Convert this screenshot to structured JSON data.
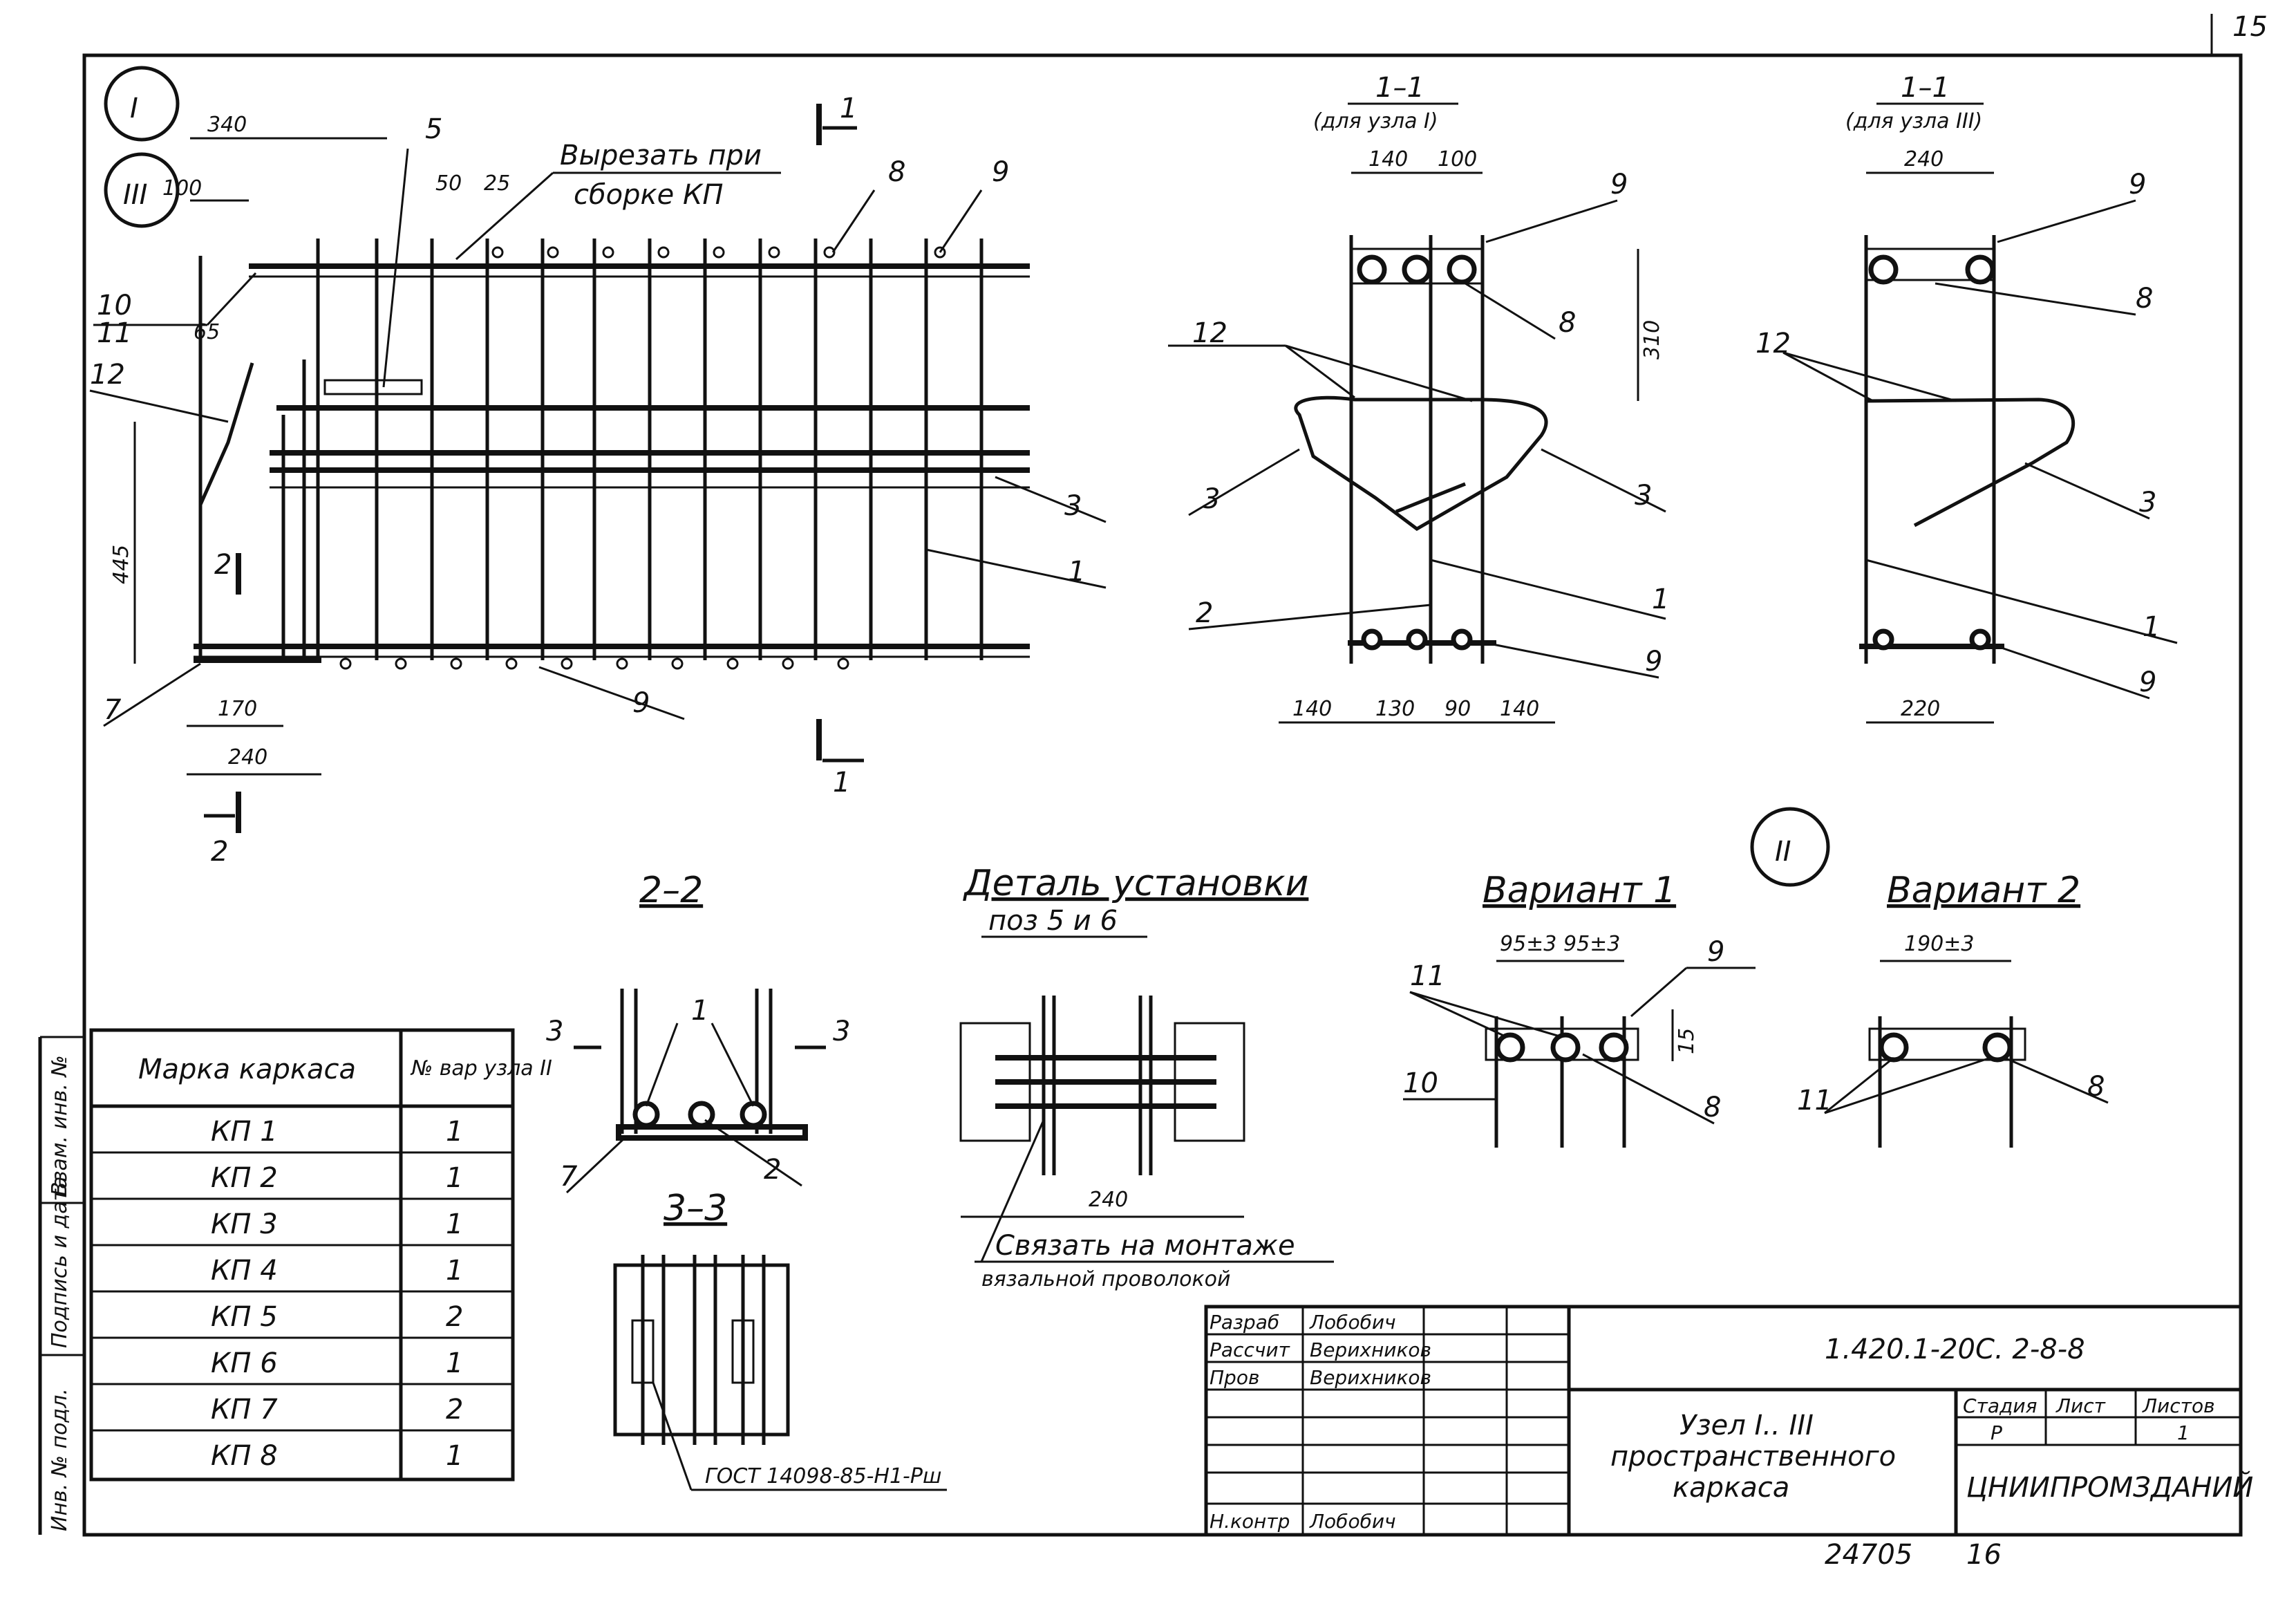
{
  "sheet": {
    "page_number": "15",
    "bottom_number": "24705",
    "bottom_sheet": "16"
  },
  "nodes": {
    "node_I": "I",
    "node_II": "II",
    "node_III": "III"
  },
  "main_view": {
    "note_cut": "Вырезать при",
    "note_cut2": "сборке КП",
    "dims": [
      "340",
      "100",
      "50",
      "25",
      "65",
      "445",
      "170",
      "240"
    ],
    "positions": [
      "5",
      "8",
      "9",
      "10",
      "11",
      "12",
      "3",
      "1",
      "7",
      "9"
    ],
    "section_marks": [
      "1",
      "1",
      "2",
      "2"
    ]
  },
  "section_1_1_I": {
    "title": "1–1",
    "subtitle": "(для узла I)",
    "dims_top": [
      "140",
      "100"
    ],
    "dim_side": "310",
    "dims_bottom": [
      "140",
      "130",
      "90",
      "140"
    ],
    "positions": [
      "9",
      "8",
      "12",
      "3",
      "3",
      "1",
      "2",
      "9"
    ]
  },
  "section_1_1_III": {
    "title": "1–1",
    "subtitle": "(для узла III)",
    "dim_top": "240",
    "dim_bottom": "220",
    "positions": [
      "9",
      "8",
      "12",
      "3",
      "1",
      "9"
    ]
  },
  "section_2_2": {
    "title": "2–2",
    "positions": [
      "1",
      "7",
      "2"
    ],
    "cut_marks": [
      "3",
      "3"
    ]
  },
  "section_3_3": {
    "title": "3–3",
    "gost": "ГОСТ 14098-85-Н1-Рш"
  },
  "detail": {
    "title": "Деталь установки",
    "subtitle": "поз 5 и 6",
    "dim": "240",
    "note1": "Связать на монтаже",
    "note2": "вязальной проволокой"
  },
  "variant1": {
    "title": "Вариант 1",
    "dims": [
      "95±3",
      "95±3"
    ],
    "dim_side": "15",
    "positions": [
      "11",
      "9",
      "10",
      "8"
    ]
  },
  "variant2": {
    "title": "Вариант 2",
    "dim": "190±3",
    "positions": [
      "11",
      "8"
    ]
  },
  "frame_table": {
    "headers": [
      "Марка каркаса",
      "№ вар узла II"
    ],
    "rows": [
      [
        "КП 1",
        "1"
      ],
      [
        "КП 2",
        "1"
      ],
      [
        "КП 3",
        "1"
      ],
      [
        "КП 4",
        "1"
      ],
      [
        "КП 5",
        "2"
      ],
      [
        "КП 6",
        "1"
      ],
      [
        "КП 7",
        "2"
      ],
      [
        "КП 8",
        "1"
      ]
    ]
  },
  "side_labels": [
    "Инв. № подл.",
    "Подпись и дата",
    "Взам. инв. №"
  ],
  "title_block": {
    "designation": "1.420.1-20С. 2-8-8",
    "description": [
      "Узел I.. III",
      "пространственного",
      "каркаса"
    ],
    "org": "ЦНИИПРОМЗДАНИЙ",
    "headers": [
      "Стадия",
      "Лист",
      "Листов"
    ],
    "values": [
      "Р",
      "",
      "1"
    ],
    "roles": [
      {
        "role": "Разраб",
        "name": "Лобобич"
      },
      {
        "role": "Рассчит",
        "name": "Верихников"
      },
      {
        "role": "Пров",
        "name": "Верихников"
      },
      {
        "role": "Н.контр",
        "name": "Лобобич"
      }
    ]
  }
}
